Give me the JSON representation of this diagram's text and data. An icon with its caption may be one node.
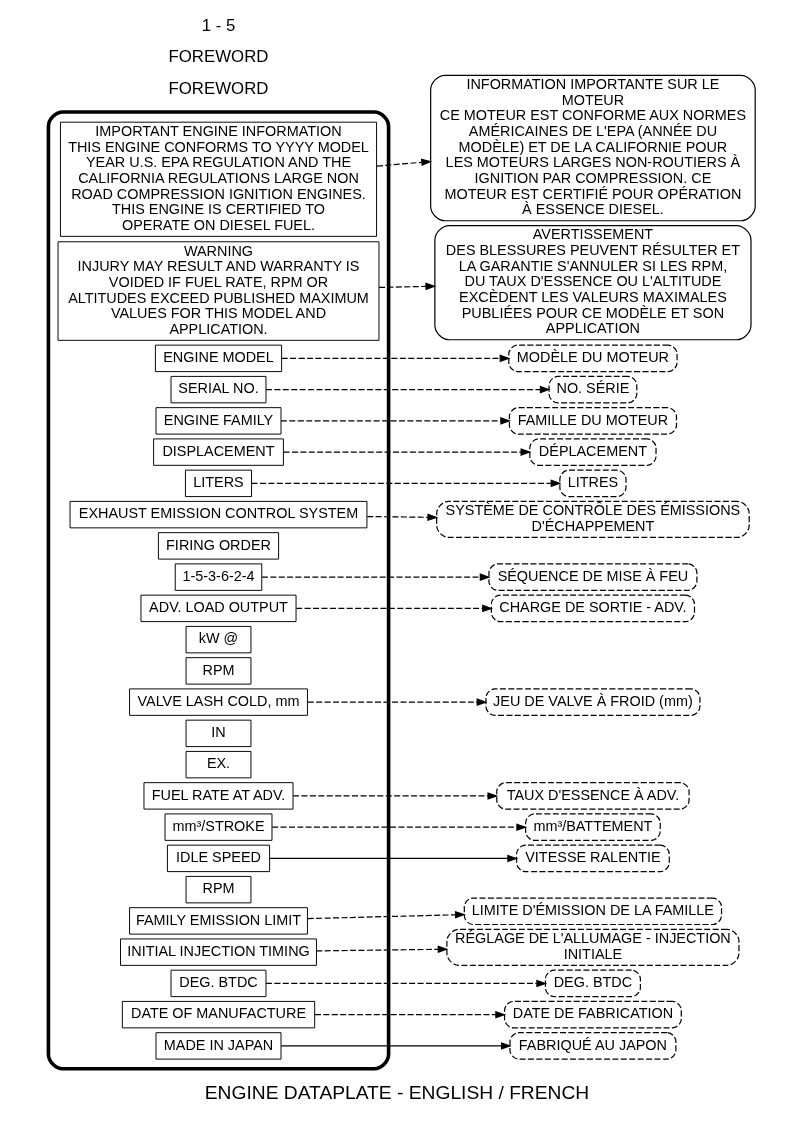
{
  "diagram": {
    "caption": "ENGINE DATAPLATE - ENGLISH / FRENCH",
    "nodes": [
      {
        "text": [],
        "shape": "box"
      },
      {
        "text": [
          "IMPORTANT ENGINE INFORMATION",
          "THIS ENGINE CONFORMS TO YYYY MODEL YEAR U.S. EPA REGULATION AND THE CALIFORNIA REGULATIONS LARGE NON ROAD COMPRESSION IGNITION ENGINES. THIS ENGINE IS CERTIFIED TO OPERATE ON DIESEL FUEL."
        ],
        "in": 0
      },
      {
        "text": [
          "WARNING",
          "INJURY MAY RESULT AND WARRANTY IS VOIDED IF FUEL RATE, RPM OR ALTITUDES EXCEED PUBLISHED MAXIMUM VALUES FOR THIS MODEL AND APPLICATION."
        ],
        "in": 0
      },
      {
        "text": [
          "ENGINE MODEL"
        ],
        "in": 0
      },
      {
        "text": [
          "SERIAL NO."
        ],
        "in": 0
      },
      {
        "text": [
          "ENGINE FAMILY"
        ],
        "in": 0
      },
      {
        "text": [
          "DISPLACEMENT"
        ],
        "in": 0
      },
      {
        "text": [
          "LITERS"
        ],
        "in": 0
      },
      {
        "text": [
          "EXHAUST EMISSION CONTROL SYSTEM"
        ],
        "in": 0
      },
      {
        "text": [
          "FIRING ORDER"
        ],
        "in": 0
      },
      {
        "text": [
          "1-5-3-6-2-4"
        ],
        "in": 0
      },
      {
        "text": [
          "ADV. LOAD OUTPUT"
        ],
        "in": 0
      },
      {
        "text": [
          "kW @"
        ],
        "in": 0
      },
      {
        "text": [
          "RPM"
        ],
        "in": 0
      },
      {
        "text": [
          "VALVE LASH COLD, mm"
        ],
        "in": 0
      },
      {
        "text": [
          "IN"
        ],
        "in": 0
      },
      {
        "text": [
          "EX."
        ],
        "in": 0
      },
      {
        "text": [
          "FUEL RATE AT ADV."
        ],
        "in": 0
      },
      {
        "text": [
          "mm³/STROKE"
        ],
        "in": 0
      },
      {
        "text": [
          "IDLE SPEED"
        ],
        "in": 0
      },
      {
        "text": [
          "RPM"
        ],
        "in": 0
      },
      {
        "text": [
          "FAMILY EMISSION LIMIT"
        ],
        "in": 0
      },
      {
        "text": [
          "INITIAL INJECTION TIMING"
        ],
        "in": 0
      },
      {
        "text": [
          "DEG. BTDC"
        ],
        "in": 0
      },
      {
        "text": [
          "DATE OF MANUFACTURE"
        ],
        "in": 0
      },
      {
        "text": [
          "MADE IN JAPAN"
        ],
        "in": 0
      },
      {
        "text": [
          "INFORMATION IMPORTANTE SUR LE MOTEUR",
          "CE MOTEUR EST CONFORME AUX NORMES AMÉRICAINES DE L'EPA (ANNÉE DU MODÈLE) ET DE LA CALIFORNIE POUR LES MOTEURS LARGES NON-ROUTIERS À IGNITION PAR COMPRESSION. CE MOTEUR EST CERTIFIÉ POUR OPÉRATION À ESSENCE DIESEL."
        ]
      },
      {
        "text": [
          "AVERTISSEMENT",
          "DES BLESSURES PEUVENT RÉSULTER ET LA GARANTIE S'ANNULER SI LES RPM, DU TAUX D'ESSENCE OU L'ALTITUDE EXCÈDENT LES VALEURS MAXIMALES PUBLIÉES POUR CE MODÈLE ET SON APPLICATION"
        ]
      },
      {
        "text": [
          "NO. SÉRIE"
        ]
      },
      {
        "text": [
          "DÉPLACEMENT"
        ]
      },
      {
        "text": [
          "LITRES"
        ]
      },
      {
        "text": [
          "SÉQUENCE DE MISE À FEU"
        ]
      },
      {
        "text": [
          "mm³/BATTEMENT"
        ]
      },
      {
        "text": [
          "TAUX D'ESSENCE À ADV."
        ]
      },
      {
        "text": [
          "LIMITE D'ÉMISSION DE LA FAMILLE"
        ]
      },
      {
        "text": [
          "DATE DE FABRICATION"
        ]
      },
      {
        "text": [
          "FABRIQUÉ AU JAPON"
        ]
      },
      {
        "text": [
          "MODÈLE DU MOTEUR"
        ]
      },
      {
        "text": [
          "FAMILLE DU MOTEUR"
        ]
      },
      {
        "text": [
          "SYSTÈME DE CONTRÔLE DES ÉMISSIONS D'ÉCHAPPEMENT"
        ]
      },
      {
        "text": [
          "CHARGE DE SORTIE - ADV."
        ]
      },
      {
        "text": [
          "JEU DE VALVE À FROID (mm)"
        ]
      },
      {
        "text": [
          "VITESSE RALENTIE"
        ]
      },
      {
        "text": [
          "RÉGLAGE DE L'ALLUMAGE - INJECTION INITIALE"
        ]
      },
      {
        "text": [
          "DEG. BTDC"
        ]
      }
    ],
    "edges": [
      {
        "from": 1,
        "to": 26,
        "arrow": "to",
        "style": "dashed"
      },
      {
        "from": 2,
        "to": 27,
        "arrow": "to",
        "style": "dashed"
      },
      {
        "from": 4,
        "to": 28,
        "arrow": "to",
        "style": "dashed"
      },
      {
        "from": 6,
        "to": 29,
        "arrow": "to",
        "style": "dashed"
      },
      {
        "from": 7,
        "to": 30,
        "arrow": "to",
        "style": "dashed"
      },
      {
        "from": 10,
        "to": 31,
        "arrow": "to",
        "style": "dashed"
      },
      {
        "from": 18,
        "to": 32,
        "arrow": "to",
        "style": "dashed"
      },
      {
        "from": 17,
        "to": 33,
        "arrow": "to",
        "style": "dashed"
      },
      {
        "from": 21,
        "to": 34,
        "arrow": "to",
        "style": "dashed"
      },
      {
        "from": 24,
        "to": 35,
        "arrow": "to",
        "style": "dashed"
      },
      {
        "from": 25,
        "to": 36,
        "arrow": "to"
      },
      {
        "from": 3,
        "to": 37,
        "arrow": "to",
        "style": "dashed"
      },
      {
        "from": 5,
        "to": 38,
        "arrow": "to",
        "style": "dashed"
      },
      {
        "from": 8,
        "to": 39,
        "arrow": "to",
        "style": "dashed"
      },
      {
        "from": 11,
        "to": 40,
        "arrow": "to",
        "style": "dashed"
      },
      {
        "from": 14,
        "to": 41,
        "arrow": "to",
        "style": "dashed"
      },
      {
        "from": 19,
        "to": 42,
        "arrow": "to"
      },
      {
        "from": 22,
        "to": 43,
        "arrow": "to",
        "style": "dashed"
      },
      {
        "from": 23,
        "to": 44,
        "arrow": "to",
        "style": "dashed"
      }
    ],
    "labels": [
      "FOREWORD",
      "FOREWORD",
      "1 - 5"
    ]
  }
}
